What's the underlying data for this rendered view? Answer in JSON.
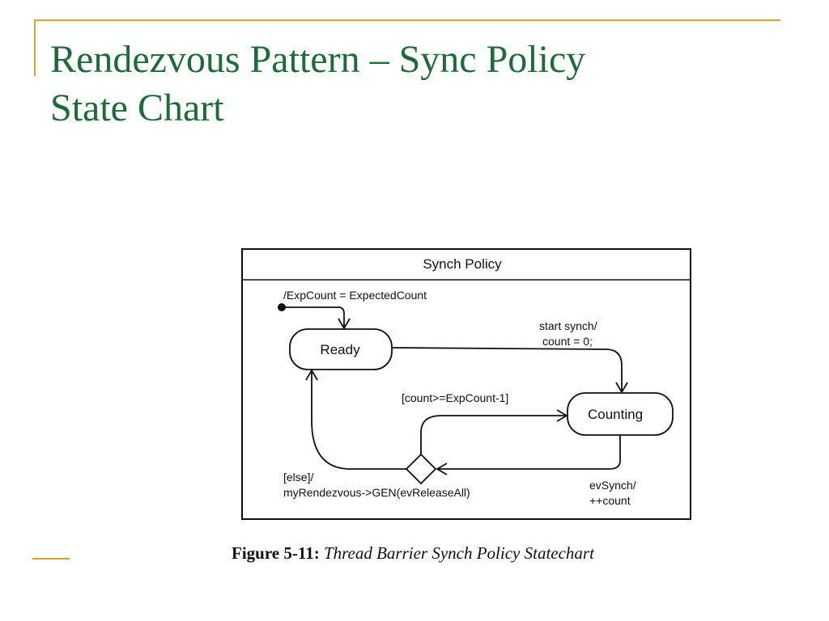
{
  "slide": {
    "title_line1": "Rendezvous Pattern – Sync Policy",
    "title_line2": "State Chart",
    "accent_color": "#d4a72c",
    "title_color": "#1d6b38"
  },
  "diagram": {
    "container_title": "Synch Policy",
    "states": {
      "ready": "Ready",
      "counting": "Counting"
    },
    "labels": {
      "initial_action": "/ExpCount = ExpectedCount",
      "start_synch_1": "start synch/",
      "start_synch_2": "count = 0;",
      "guard_count": "[count>=ExpCount-1]",
      "else_1": "[else]/",
      "else_2": "myRendezvous->GEN(evReleaseAll)",
      "evsynch_1": "evSynch/",
      "evsynch_2": "++count"
    }
  },
  "caption": {
    "label": "Figure 5-11:",
    "text": "Thread Barrier Synch Policy Statechart"
  }
}
